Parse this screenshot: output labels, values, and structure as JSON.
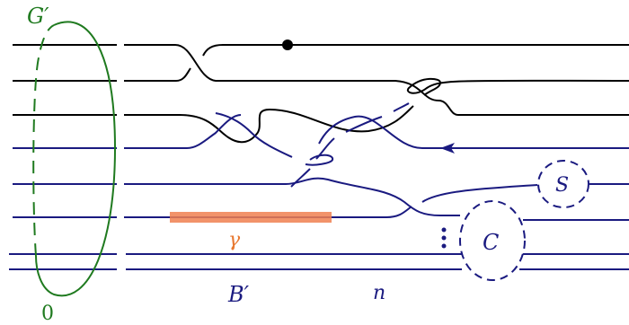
{
  "colors": {
    "black": "#000000",
    "navy": "#1a1a80",
    "green": "#1f7a1f",
    "orange": "#f08050",
    "orange_label": "#e87830"
  },
  "labels": {
    "G_prime": "G′",
    "zero": "0",
    "gamma": "γ",
    "B_prime": "B′",
    "n": "n",
    "C": "C",
    "S": "S"
  }
}
